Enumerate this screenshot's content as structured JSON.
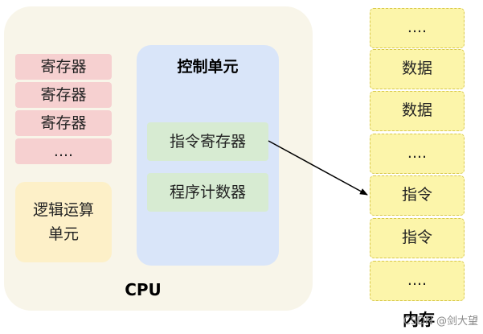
{
  "cpu": {
    "label": "CPU",
    "registers": [
      "寄存器",
      "寄存器",
      "寄存器",
      "...."
    ],
    "alu": "逻辑运算\n单元",
    "control_unit": {
      "title": "控制单元",
      "instruction_register": "指令寄存器",
      "program_counter": "程序计数器"
    }
  },
  "memory": {
    "label": "内存",
    "cells": [
      "....",
      "数据",
      "数据",
      "....",
      "指令",
      "指令",
      "...."
    ]
  },
  "watermark": "CSDN @剑大望"
}
